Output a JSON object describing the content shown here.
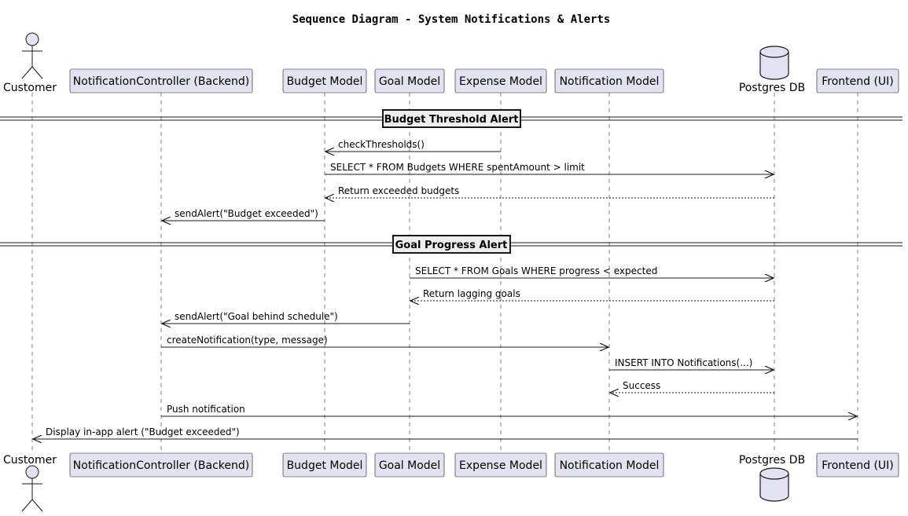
{
  "title": "Sequence Diagram - System Notifications & Alerts",
  "participants": [
    {
      "id": "customer",
      "label": "Customer",
      "kind": "actor"
    },
    {
      "id": "notif_ctrl",
      "label": "NotificationController (Backend)",
      "kind": "box"
    },
    {
      "id": "budget",
      "label": "Budget Model",
      "kind": "box"
    },
    {
      "id": "goal",
      "label": "Goal Model",
      "kind": "box"
    },
    {
      "id": "expense",
      "label": "Expense Model",
      "kind": "box"
    },
    {
      "id": "notif_model",
      "label": "Notification Model",
      "kind": "box"
    },
    {
      "id": "db",
      "label": "Postgres DB",
      "kind": "database"
    },
    {
      "id": "frontend",
      "label": "Frontend (UI)",
      "kind": "box"
    }
  ],
  "groups": [
    {
      "label": "Budget Threshold Alert"
    },
    {
      "label": "Goal Progress Alert"
    }
  ],
  "messages": [
    {
      "from": "expense",
      "to": "budget",
      "text": "checkThresholds()",
      "style": "solid"
    },
    {
      "from": "budget",
      "to": "db",
      "text": "SELECT * FROM Budgets WHERE spentAmount > limit",
      "style": "solid"
    },
    {
      "from": "db",
      "to": "budget",
      "text": "Return exceeded budgets",
      "style": "dashed"
    },
    {
      "from": "budget",
      "to": "notif_ctrl",
      "text": "sendAlert(\"Budget exceeded\")",
      "style": "solid"
    },
    {
      "from": "goal",
      "to": "db",
      "text": "SELECT * FROM Goals WHERE progress < expected",
      "style": "solid"
    },
    {
      "from": "db",
      "to": "goal",
      "text": "Return lagging goals",
      "style": "dashed"
    },
    {
      "from": "goal",
      "to": "notif_ctrl",
      "text": "sendAlert(\"Goal behind schedule\")",
      "style": "solid"
    },
    {
      "from": "notif_ctrl",
      "to": "notif_model",
      "text": "createNotification(type, message)",
      "style": "solid"
    },
    {
      "from": "notif_model",
      "to": "db",
      "text": "INSERT INTO Notifications(...)",
      "style": "solid"
    },
    {
      "from": "db",
      "to": "notif_model",
      "text": "Success",
      "style": "dashed"
    },
    {
      "from": "notif_ctrl",
      "to": "frontend",
      "text": "Push notification",
      "style": "solid"
    },
    {
      "from": "frontend",
      "to": "customer",
      "text": "Display in-app alert (\"Budget exceeded\")",
      "style": "solid"
    }
  ],
  "colors": {
    "participant_fill": "#e2e2f0",
    "participant_border": "#181818",
    "line": "#181818",
    "lifeline": "#7f7f7f",
    "group_fill": "#eeeeee"
  }
}
